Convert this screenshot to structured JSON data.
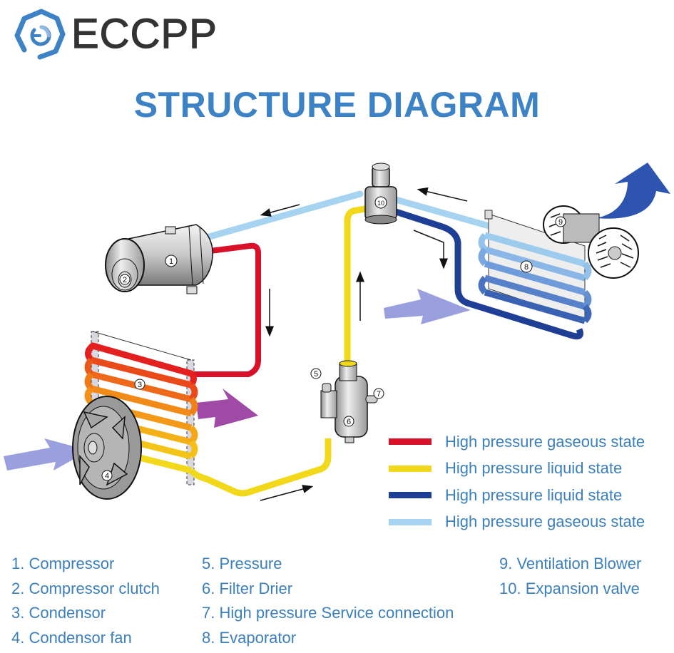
{
  "brand": {
    "name": "ECCPP",
    "icon": "eccpp-hexagon-power-logo-icon",
    "primary_color": "#3d82c4",
    "text_color": "#333333"
  },
  "title": "STRUCTURE DIAGRAM",
  "diagram_labels": {
    "compressor": "1",
    "compressor_clutch": "2",
    "condensor": "3",
    "condensor_fan": "4",
    "pressure": "5",
    "filter_drier": "6",
    "service_connection": "7",
    "evaporator": "8",
    "ventilation_blower": "9",
    "expansion_valve": "10"
  },
  "legend": [
    {
      "label": "High pressure gaseous state",
      "color": "#d8102a"
    },
    {
      "label": "High pressure liquid state",
      "color": "#f2d81a"
    },
    {
      "label": "High pressure liquid state",
      "color": "#1f3f94"
    },
    {
      "label": "High pressure gaseous state",
      "color": "#a6d3ef"
    }
  ],
  "parts": {
    "col1": [
      "1. Compressor",
      "2. Compressor clutch",
      "3. Condensor",
      "4. Condensor fan"
    ],
    "col2": [
      "5. Pressure",
      "6. Filter Drier",
      "7. High pressure Service connection",
      "8. Evaporator"
    ],
    "col3": [
      "9. Ventilation Blower",
      "10. Expansion valve"
    ]
  },
  "colors": {
    "hot_gas": "#d8102a",
    "hot_liquid": "#f2d81a",
    "cold_liquid": "#1f3f94",
    "cold_gas": "#a6d3ef",
    "airflow_in": "#8f95d9",
    "airflow_hot": "#a04aa8",
    "airflow_cold": "#2d55b0"
  }
}
